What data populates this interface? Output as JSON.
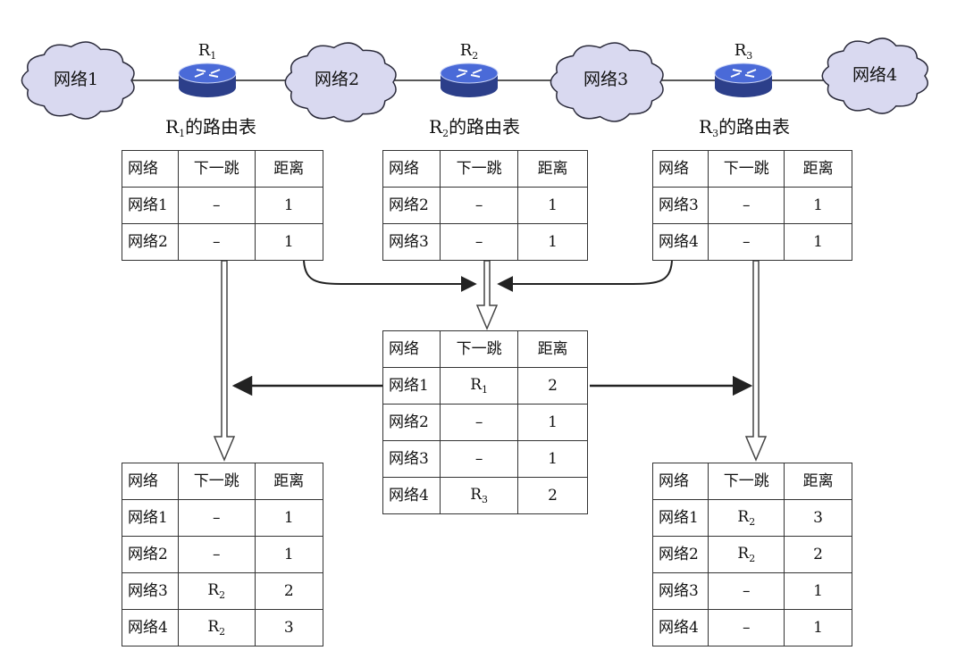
{
  "network_labels": [
    "网络1",
    "网络2",
    "网络3",
    "网络4"
  ],
  "routers": [
    {
      "letter": "R",
      "num": "1",
      "table_caption_suffix": "的路由表"
    },
    {
      "letter": "R",
      "num": "2",
      "table_caption_suffix": "的路由表"
    },
    {
      "letter": "R",
      "num": "3",
      "table_caption_suffix": "的路由表"
    }
  ],
  "columns": [
    "网络",
    "下一跳",
    "距离"
  ],
  "tables": {
    "r1_initial": [
      {
        "net": "网络1",
        "hop": "–",
        "dist": "1"
      },
      {
        "net": "网络2",
        "hop": "–",
        "dist": "1"
      }
    ],
    "r2_initial": [
      {
        "net": "网络2",
        "hop": "–",
        "dist": "1"
      },
      {
        "net": "网络3",
        "hop": "–",
        "dist": "1"
      }
    ],
    "r3_initial": [
      {
        "net": "网络3",
        "hop": "–",
        "dist": "1"
      },
      {
        "net": "网络4",
        "hop": "–",
        "dist": "1"
      }
    ],
    "r2_updated": [
      {
        "net": "网络1",
        "hop_letter": "R",
        "hop_num": "1",
        "dist": "2"
      },
      {
        "net": "网络2",
        "hop": "–",
        "dist": "1"
      },
      {
        "net": "网络3",
        "hop": "–",
        "dist": "1"
      },
      {
        "net": "网络4",
        "hop_letter": "R",
        "hop_num": "3",
        "dist": "2"
      }
    ],
    "r1_updated": [
      {
        "net": "网络1",
        "hop": "–",
        "dist": "1"
      },
      {
        "net": "网络2",
        "hop": "–",
        "dist": "1"
      },
      {
        "net": "网络3",
        "hop_letter": "R",
        "hop_num": "2",
        "dist": "2"
      },
      {
        "net": "网络4",
        "hop_letter": "R",
        "hop_num": "2",
        "dist": "3"
      }
    ],
    "r3_updated": [
      {
        "net": "网络1",
        "hop_letter": "R",
        "hop_num": "2",
        "dist": "3"
      },
      {
        "net": "网络2",
        "hop_letter": "R",
        "hop_num": "2",
        "dist": "2"
      },
      {
        "net": "网络3",
        "hop": "–",
        "dist": "1"
      },
      {
        "net": "网络4",
        "hop": "–",
        "dist": "1"
      }
    ]
  },
  "colors": {
    "cloud_fill": "#d9d9f0",
    "cloud_stroke": "#2a2a3a",
    "router_body": "#4a6ad8",
    "router_dark": "#2c3f8a",
    "line": "#222222",
    "arrow_outline": "#444444"
  }
}
